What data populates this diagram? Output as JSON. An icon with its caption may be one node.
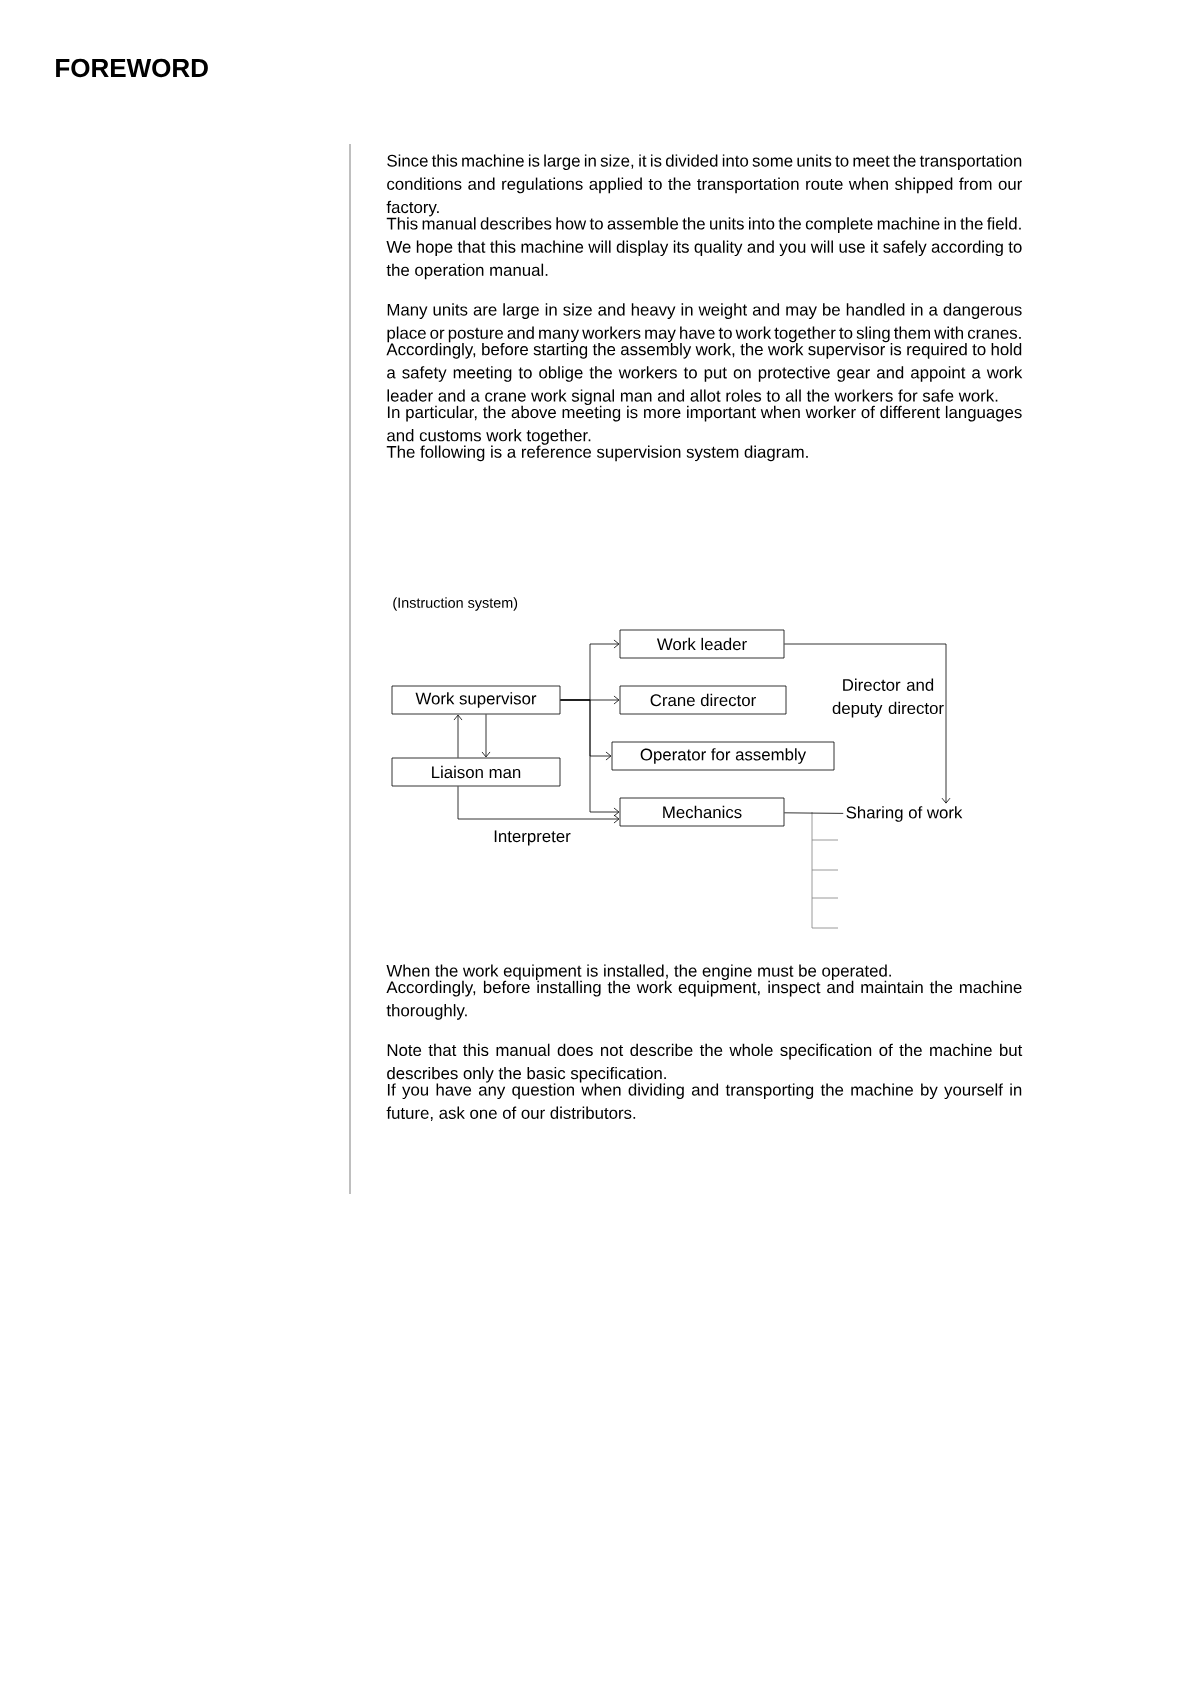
{
  "diagram": {
    "title": "FOREWORD",
    "nodes": [
      {
        "text": [
          "Work supervisor"
        ]
      },
      {
        "text": [
          "Liaison man"
        ]
      },
      {
        "text": [
          "Work leader"
        ]
      },
      {
        "text": [
          "Crane director"
        ]
      },
      {
        "text": [
          "Operator for assembly"
        ]
      },
      {
        "text": [
          "Mechanics"
        ]
      },
      {
        "text": [
          "Sharing of work"
        ]
      }
    ],
    "edges": [
      {
        "from": 0,
        "to": 2,
        "arrow": "to"
      },
      {
        "from": 0,
        "to": 3,
        "arrow": "to"
      },
      {
        "from": 0,
        "to": 4,
        "arrow": "to"
      },
      {
        "from": 0,
        "to": 5,
        "arrow": "to"
      },
      {
        "from": 1,
        "to": 0,
        "arrow": "to"
      },
      {
        "from": 0,
        "to": 1,
        "arrow": "to"
      },
      {
        "from": 1,
        "to": 5,
        "arrow": "to",
        "label": "Interpreter"
      },
      {
        "from": 2,
        "to": 6,
        "arrow": "to"
      },
      {
        "from": 5,
        "to": 6,
        "arrow": "none"
      }
    ],
    "labels": [
      "Since this machine is large in size, it is divided into some units to meet the transportation conditions and regulations applied to the transportation route when shipped from our factory.",
      "This manual describes how to assemble the units into the complete machine in the field.  We hope that this machine will display its quality and you will use it safely according to the operation manual.",
      "Many units are large in size and heavy in weight and may be handled in a dangerous place or posture and many workers may have to work together to sling them with cranes.",
      "Accordingly, before starting the assembly work, the work supervisor is required to hold a safety meeting to oblige the workers to put on protective gear and appoint a work leader and a crane work signal man and allot roles to all the workers for safe work.",
      "In particular, the above meeting is more important when worker of different languages and customs work together.",
      "The following is a reference supervision system diagram.",
      "(Instruction system)",
      "Director and deputy director",
      "When the work equipment is installed, the engine must be operated.",
      "Accordingly, before installing the work equipment, inspect and maintain the machine thoroughly.",
      "Note that this manual does not describe the whole specification of the machine but describes only the basic specification.",
      "If you have any question when dividing and transporting the machine by yourself in future, ask one of our distributors."
    ]
  }
}
